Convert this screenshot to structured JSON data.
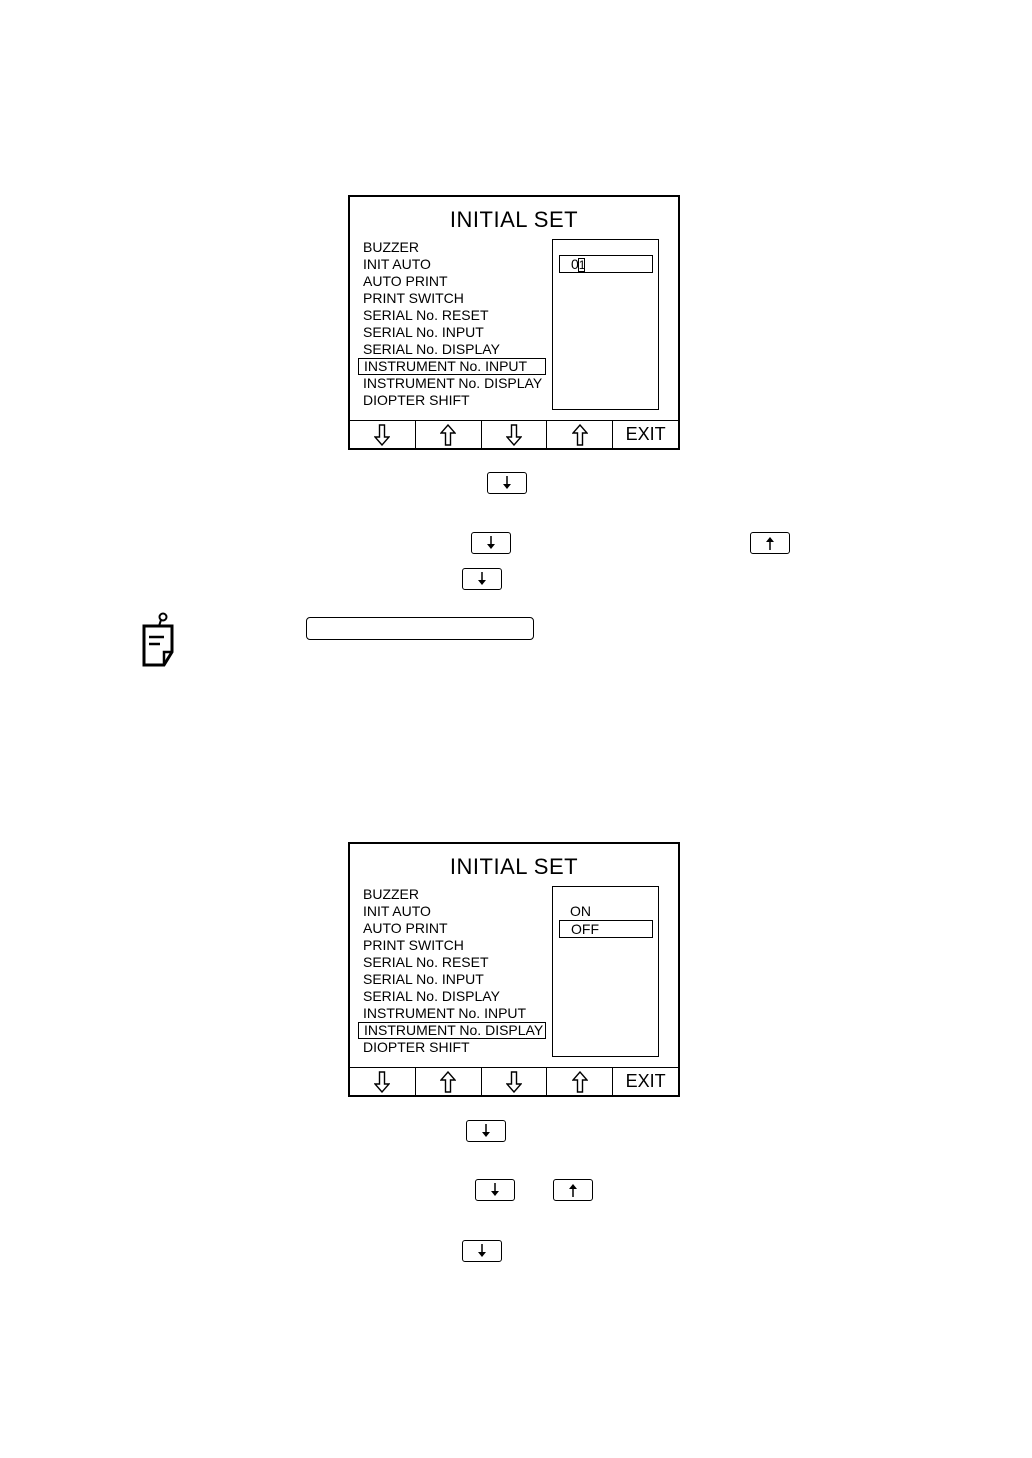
{
  "screens": [
    {
      "title": "INITIAL SET",
      "menu_items": [
        "BUZZER",
        "INIT AUTO",
        "AUTO PRINT",
        "PRINT SWITCH",
        "SERIAL No. RESET",
        "SERIAL No. INPUT",
        "SERIAL No. DISPLAY",
        "INSTRUMENT No. INPUT",
        "INSTRUMENT No. DISPLAY",
        "DIOPTER SHIFT"
      ],
      "selected_item": "INSTRUMENT No. INPUT",
      "value_display": {
        "prefix": "0",
        "cursor_char": "1"
      },
      "buttons": [
        {
          "icon": "down-arrow-icon"
        },
        {
          "icon": "up-arrow-icon"
        },
        {
          "icon": "down-arrow-icon"
        },
        {
          "icon": "up-arrow-icon"
        },
        {
          "label": "EXIT"
        }
      ]
    },
    {
      "title": "INITIAL SET",
      "menu_items": [
        "BUZZER",
        "INIT AUTO",
        "AUTO PRINT",
        "PRINT SWITCH",
        "SERIAL No. RESET",
        "SERIAL No. INPUT",
        "SERIAL No. DISPLAY",
        "INSTRUMENT No. INPUT",
        "INSTRUMENT No. DISPLAY",
        "DIOPTER SHIFT"
      ],
      "selected_item": "INSTRUMENT No. DISPLAY",
      "value_options": [
        "ON",
        "OFF"
      ],
      "selected_option": "OFF",
      "buttons": [
        {
          "icon": "down-arrow-icon"
        },
        {
          "icon": "up-arrow-icon"
        },
        {
          "icon": "down-arrow-icon"
        },
        {
          "icon": "up-arrow-icon"
        },
        {
          "label": "EXIT"
        }
      ]
    }
  ],
  "key_icons": [
    "down-key-icon",
    "up-key-icon"
  ],
  "note_icon": "memo-note-icon"
}
